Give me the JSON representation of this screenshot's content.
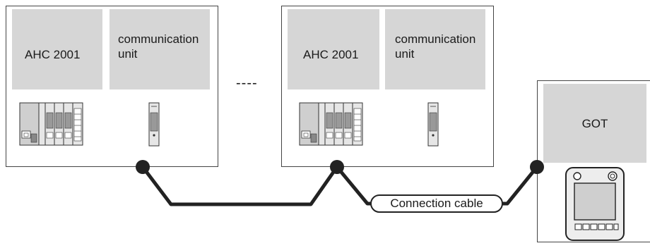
{
  "stations": [
    {
      "cpu_label": "AHC 2001",
      "unit_label": "communication unit"
    },
    {
      "cpu_label": "AHC 2001",
      "unit_label": "communication unit"
    }
  ],
  "ellipsis": "----",
  "got": {
    "label": "GOT"
  },
  "cable": {
    "label": "Connection cable"
  }
}
